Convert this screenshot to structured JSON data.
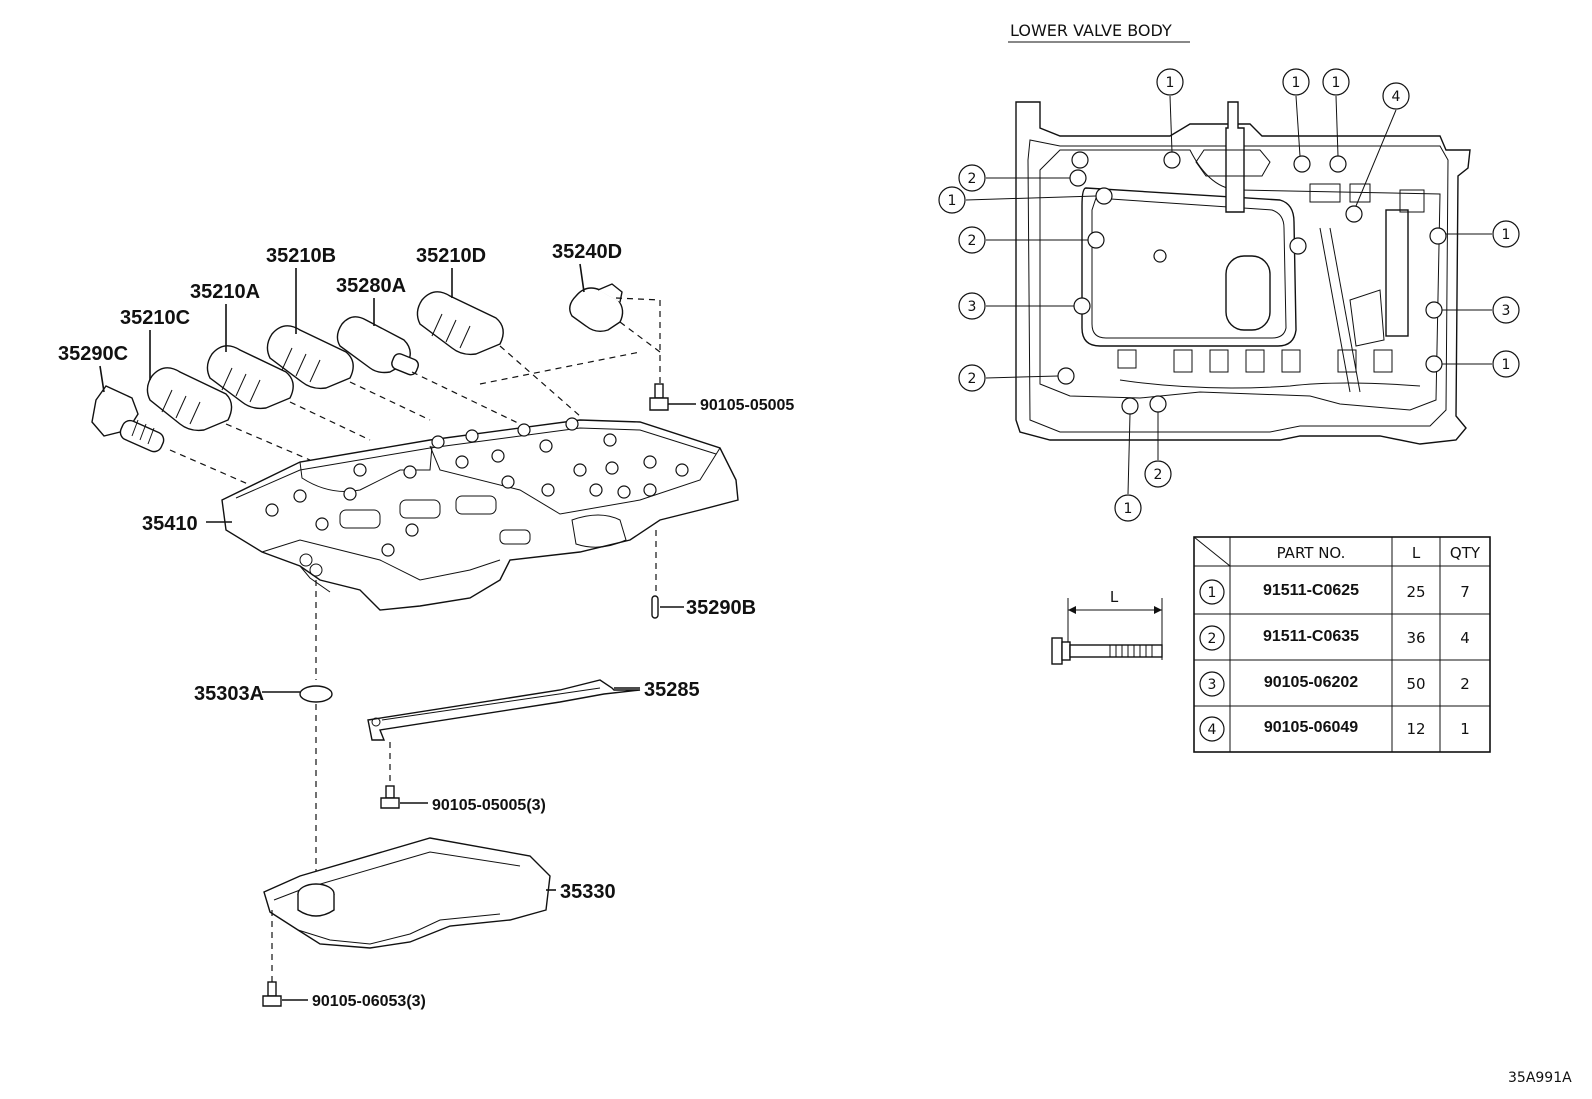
{
  "diagram": {
    "lower_valve_body_title": "LOWER VALVE BODY",
    "footer_code": "35A991A",
    "part_labels": {
      "p35290C": "35290C",
      "p35210C": "35210C",
      "p35210A": "35210A",
      "p35210B": "35210B",
      "p35280A": "35280A",
      "p35210D": "35210D",
      "p35240D": "35240D",
      "p90105_05005": "90105-05005",
      "p35410": "35410",
      "p35290B": "35290B",
      "p35303A": "35303A",
      "p35285": "35285",
      "p90105_05005_3": "90105-05005(3)",
      "p35330": "35330",
      "p90105_06053_3": "90105-06053(3)"
    },
    "bolt_length_label": "L",
    "callouts": {
      "one": "1",
      "two": "2",
      "three": "3",
      "four": "4"
    }
  },
  "bolt_table": {
    "headers": {
      "part_no": "PART NO.",
      "length": "L",
      "qty": "QTY"
    },
    "rows": [
      {
        "ref": "1",
        "part_no": "91511-C0625",
        "length": "25",
        "qty": "7"
      },
      {
        "ref": "2",
        "part_no": "91511-C0635",
        "length": "36",
        "qty": "4"
      },
      {
        "ref": "3",
        "part_no": "90105-06202",
        "length": "50",
        "qty": "2"
      },
      {
        "ref": "4",
        "part_no": "90105-06049",
        "length": "12",
        "qty": "1"
      }
    ]
  }
}
